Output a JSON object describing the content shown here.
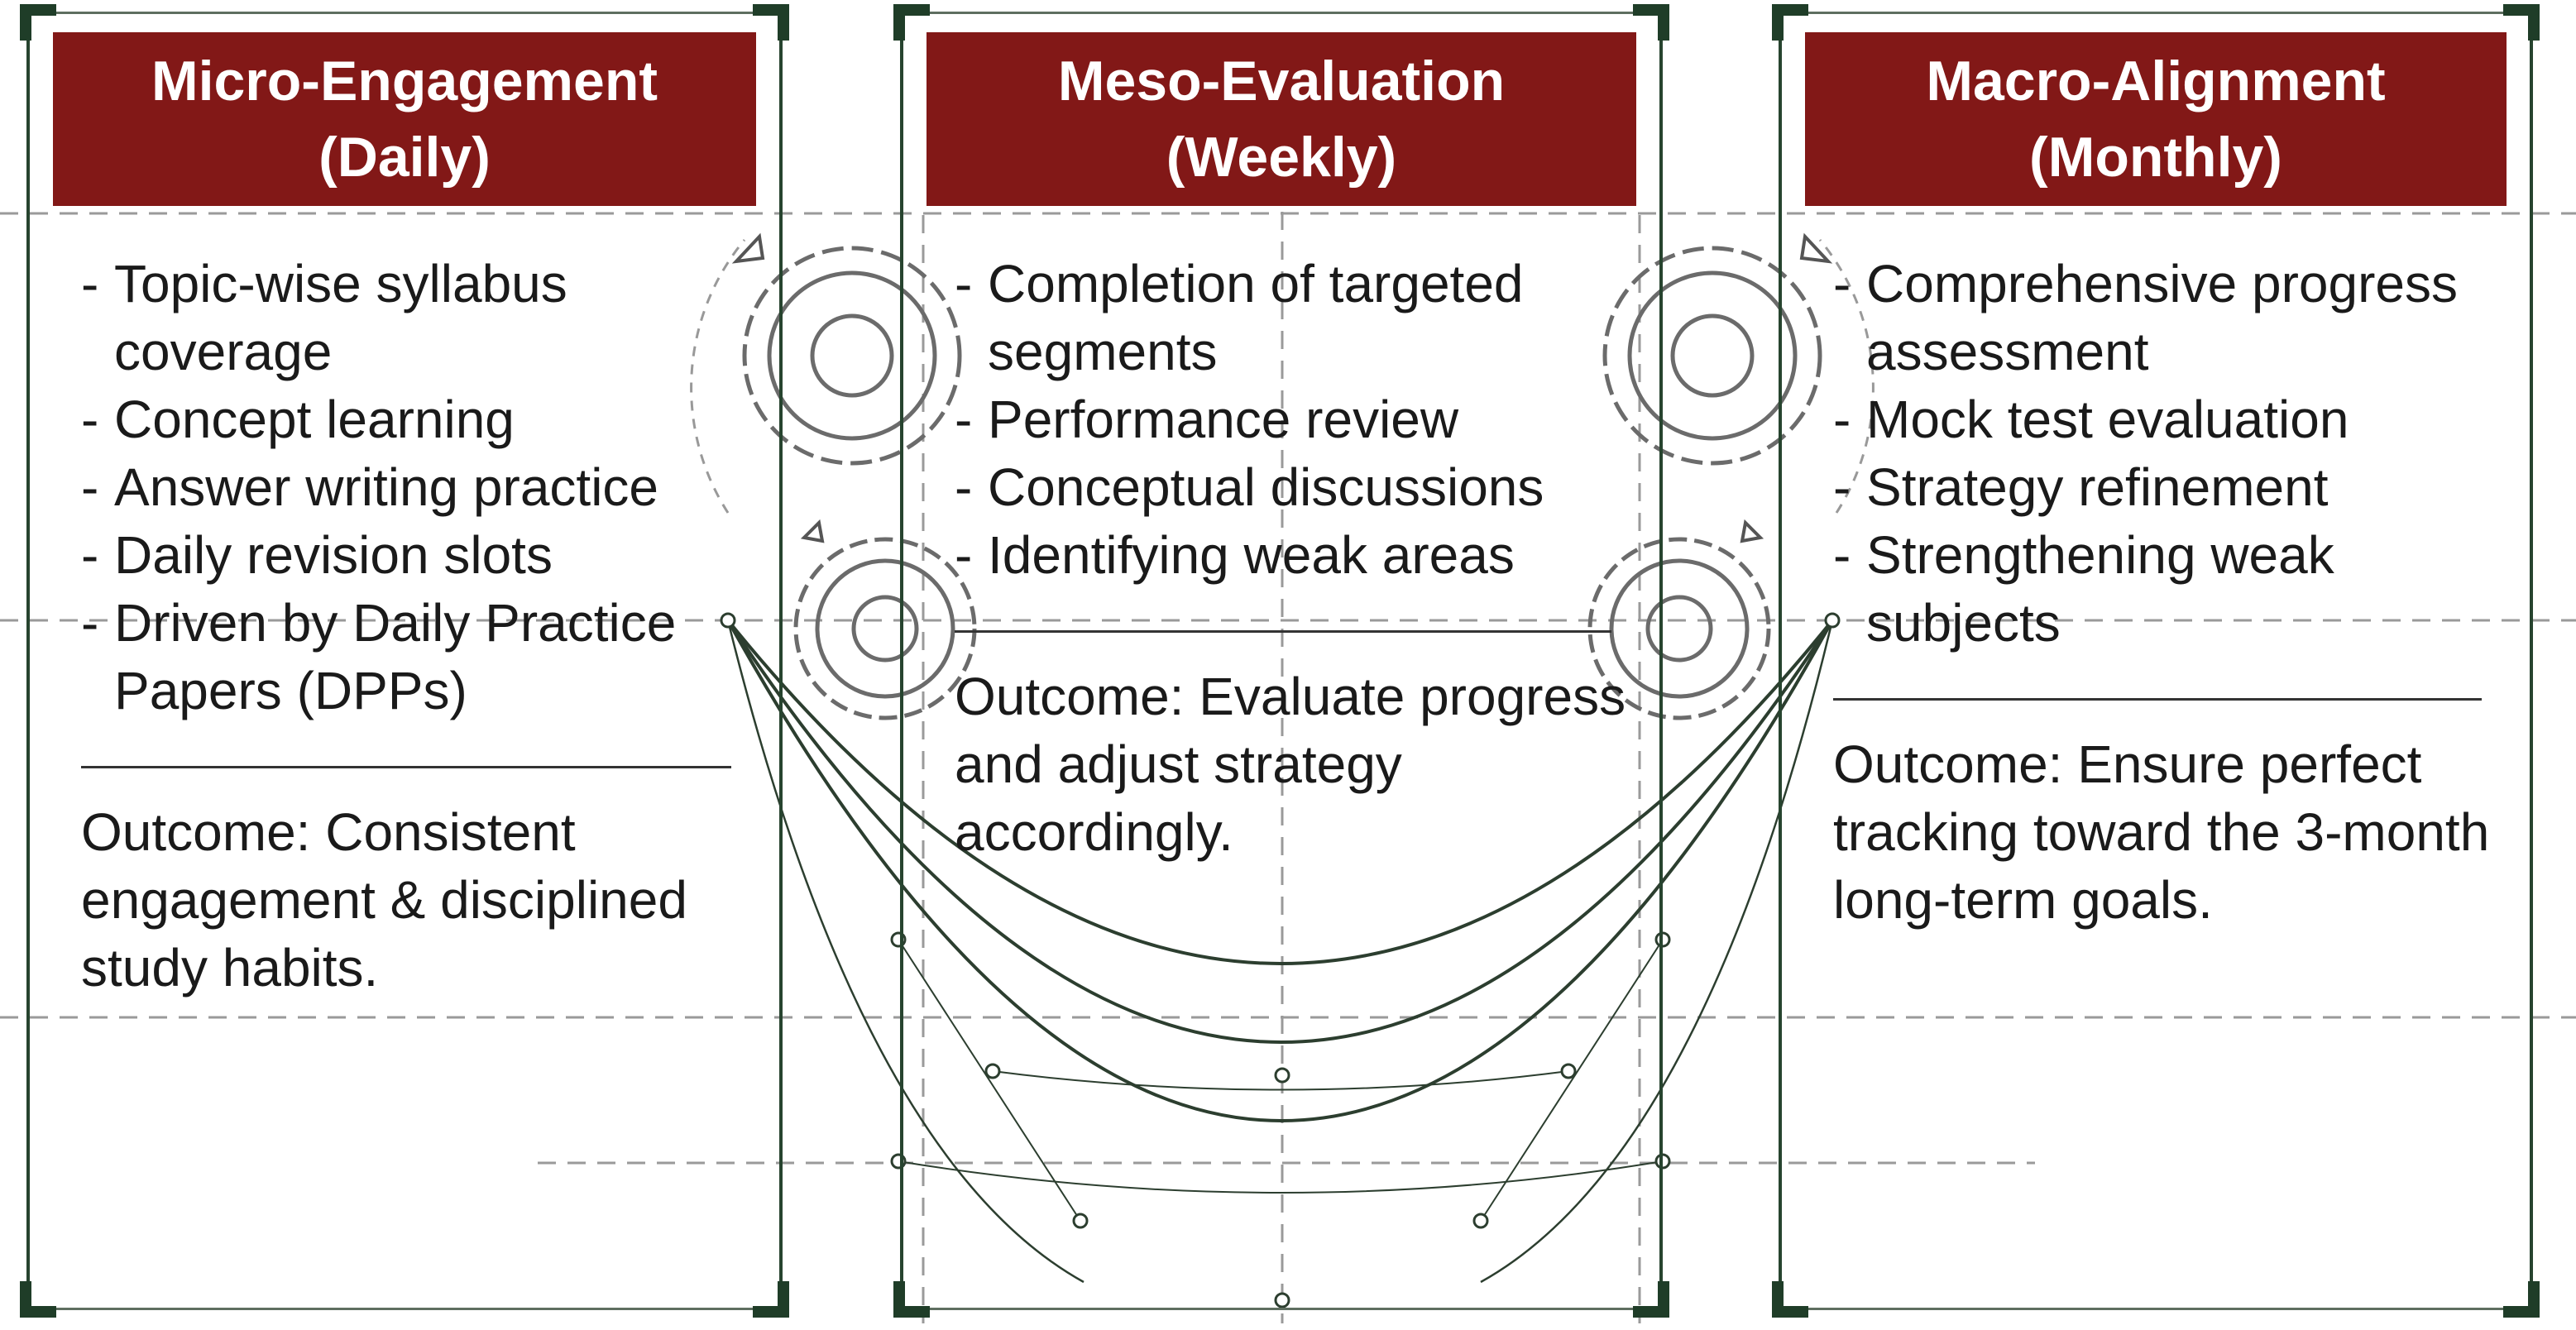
{
  "panels": [
    {
      "title_line1": "Micro-Engagement",
      "title_line2": "(Daily)",
      "items": [
        "Topic-wise syllabus coverage",
        "Concept learning",
        "Answer writing practice",
        "Daily revision slots",
        "Driven by Daily Practice Papers (DPPs)"
      ],
      "outcome": "Outcome: Consistent engagement & disciplined study habits."
    },
    {
      "title_line1": "Meso-Evaluation",
      "title_line2": "(Weekly)",
      "items": [
        "Completion of targeted segments",
        "Performance review",
        "Conceptual discussions",
        "Identifying weak areas"
      ],
      "outcome": "Outcome: Evaluate progress and adjust strategy accordingly."
    },
    {
      "title_line1": "Macro-Alignment",
      "title_line2": "(Monthly)",
      "items": [
        "Comprehensive progress assessment",
        "Mock test evaluation",
        "Strategy refinement",
        "Strengthening weak subjects"
      ],
      "outcome": "Outcome: Ensure perfect tracking toward the 3-month long-term goals."
    }
  ],
  "colors": {
    "header_bg": "#821817",
    "header_text": "#ffffff",
    "frame": "#27442f",
    "text": "#1a1a1a",
    "guides": "#9a9a9a"
  },
  "icons": [
    "gear-icon",
    "arrow-icon",
    "corner-bracket-icon"
  ]
}
